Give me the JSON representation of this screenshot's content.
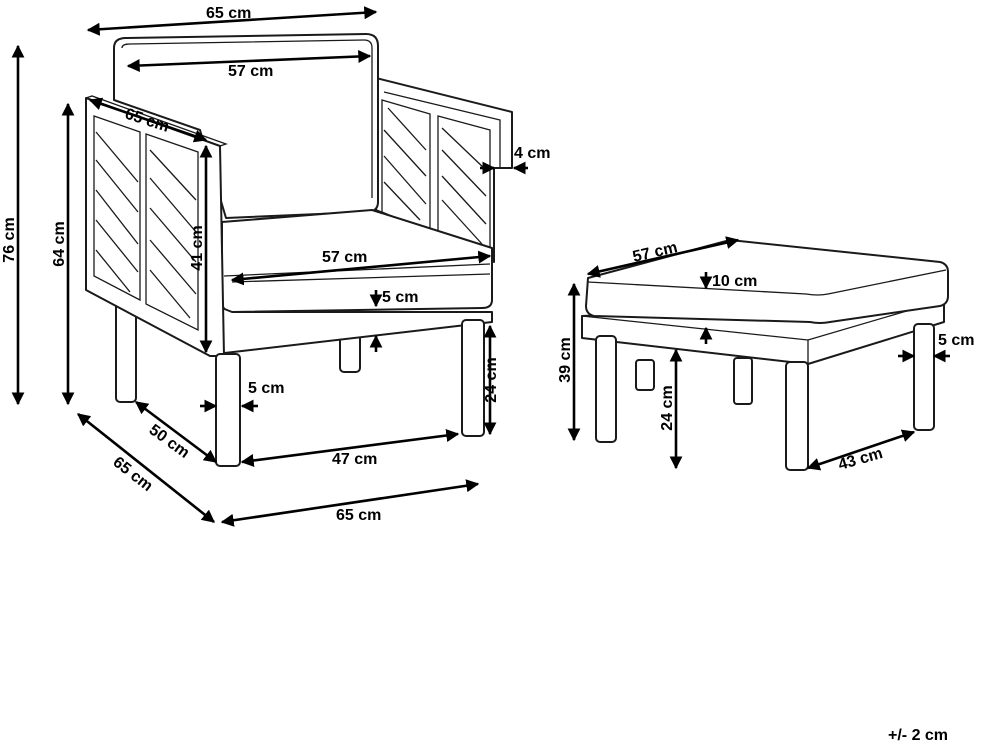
{
  "armchair": {
    "width_top": "65 cm",
    "backrest_width": "57 cm",
    "armrest_depth": "65 cm",
    "armrest_thickness": "4 cm",
    "total_height": "76 cm",
    "armrest_height": "64 cm",
    "backrest_height": "41 cm",
    "seat_width": "57 cm",
    "cushion_thickness": "5 cm",
    "leg_thickness": "5 cm",
    "leg_height": "24 cm",
    "seat_depth": "50 cm",
    "leg_span": "47 cm",
    "base_depth": "65 cm",
    "base_width": "65 cm"
  },
  "ottoman": {
    "width": "57 cm",
    "cushion_thickness": "10 cm",
    "total_height": "39 cm",
    "leg_thickness": "5 cm",
    "leg_height": "24 cm",
    "depth": "43 cm"
  },
  "tolerance": "+/- 2 cm"
}
